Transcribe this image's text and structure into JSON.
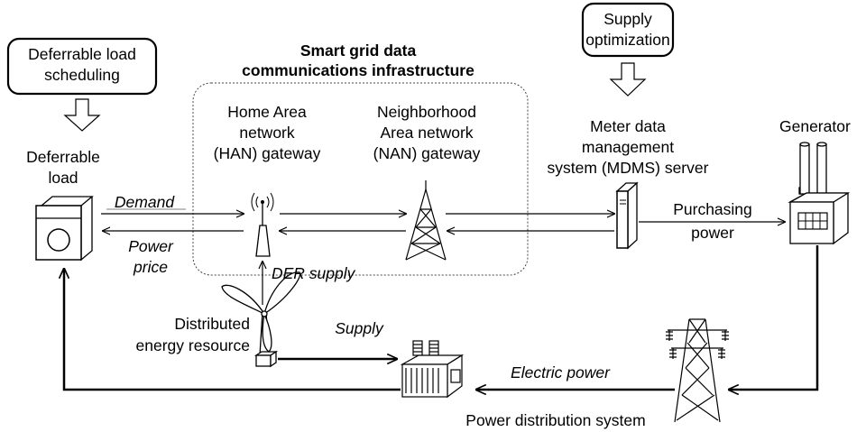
{
  "infrastructure": {
    "title_line1": "Smart grid data",
    "title_line2": "communications infrastructure"
  },
  "boxes": {
    "scheduling": {
      "line1": "Deferrable load",
      "line2": "scheduling"
    },
    "optimization": {
      "line1": "Supply",
      "line2": "optimization"
    }
  },
  "nodes": {
    "deferrable_load": {
      "line1": "Deferrable",
      "line2": "load"
    },
    "han": {
      "line1": "Home Area",
      "line2": "network",
      "line3": "(HAN) gateway"
    },
    "nan": {
      "line1": "Neighborhood",
      "line2": "Area network",
      "line3": "(NAN) gateway"
    },
    "mdms": {
      "line1": "Meter data",
      "line2": "management",
      "line3": "system (MDMS) server"
    },
    "generator": {
      "line1": "Generator"
    },
    "der": {
      "line1": "Distributed",
      "line2": "energy resource"
    },
    "distribution": {
      "line1": "Power distribution system"
    }
  },
  "flows": {
    "demand": "Demand",
    "power_price_line1": "Power",
    "power_price_line2": "price",
    "purchasing_line1": "Purchasing",
    "purchasing_line2": "power",
    "der_supply": "DER supply",
    "supply": "Supply",
    "electric_power": "Electric power"
  }
}
